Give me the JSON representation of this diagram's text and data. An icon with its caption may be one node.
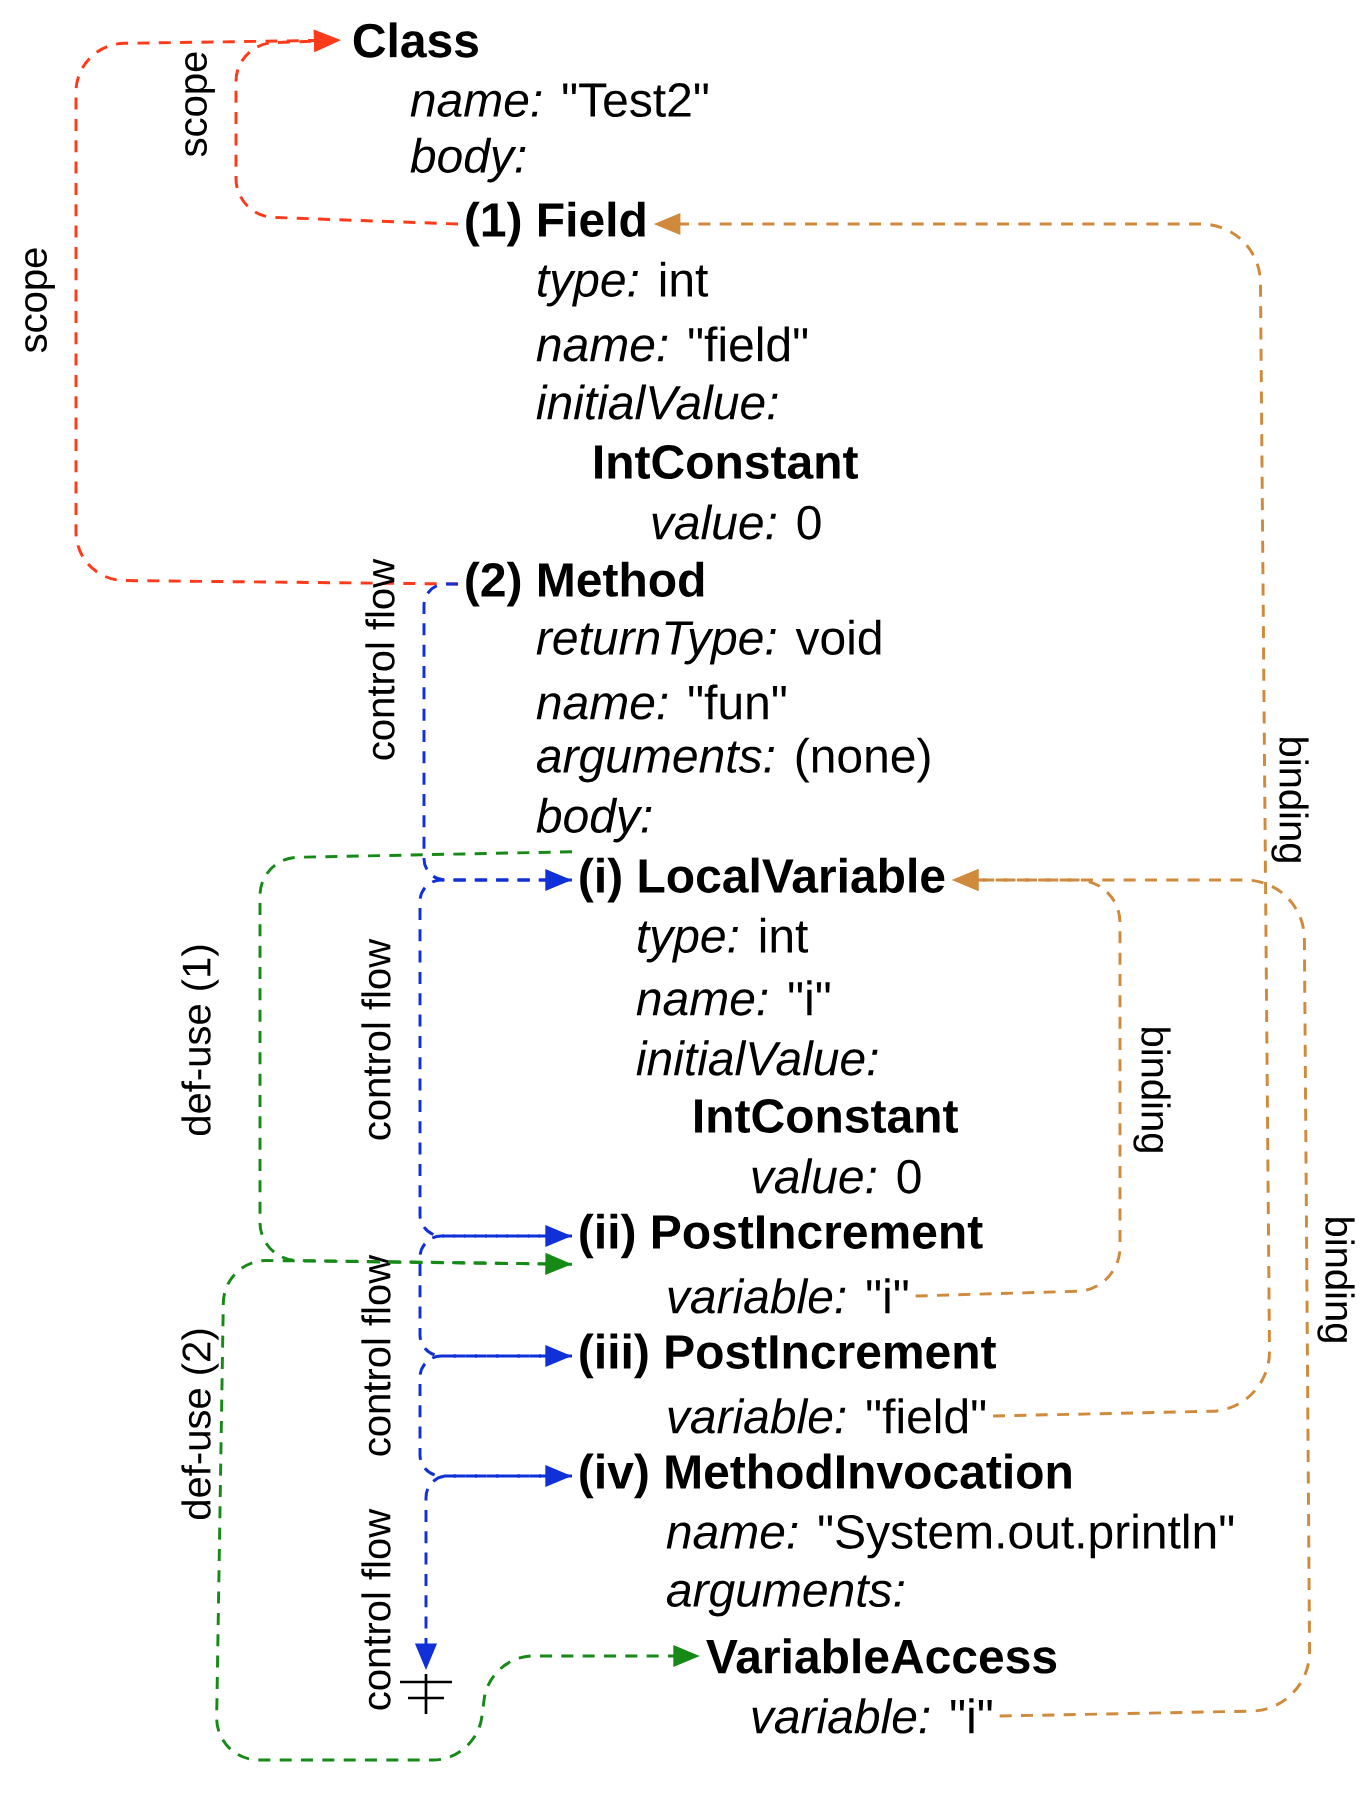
{
  "diagram": {
    "nodes": [
      {
        "text": [
          "Class"
        ]
      },
      {
        "text": [
          "(1) Field"
        ]
      },
      {
        "text": [
          "IntConstant"
        ]
      },
      {
        "text": [
          "(2) Method"
        ]
      },
      {
        "text": [
          "(i) LocalVariable"
        ]
      },
      {
        "text": [
          "IntConstant"
        ]
      },
      {
        "text": [
          "(ii) PostIncrement"
        ]
      },
      {
        "text": [
          "*variable:* \"i\""
        ]
      },
      {
        "text": [
          "(iii) PostIncrement"
        ]
      },
      {
        "text": [
          "*variable:* \"field\""
        ]
      },
      {
        "text": [
          "(iv) MethodInvocation"
        ]
      },
      {
        "text": [
          "VariableAccess"
        ]
      },
      {
        "text": [
          "*variable:* \"i\""
        ]
      },
      {
        "text": [],
        "shape": "bar"
      }
    ],
    "edges": [
      {
        "from": 1,
        "to": 0,
        "arrow": "to",
        "label": "scope",
        "style": "dashed",
        "color": "#ff3a1a"
      },
      {
        "from": 3,
        "to": 0,
        "arrow": "to",
        "label": "scope",
        "style": "dashed",
        "color": "#ff3a1a"
      },
      {
        "from": 3,
        "to": 4,
        "arrow": "to",
        "label": "control flow",
        "style": "dashed",
        "color": "#1030d8"
      },
      {
        "from": 4,
        "to": 6,
        "arrow": "to",
        "label": "control flow",
        "style": "dashed",
        "color": "#1030d8"
      },
      {
        "from": 6,
        "to": 8,
        "arrow": "to",
        "label": "control flow",
        "style": "dashed",
        "color": "#1030d8"
      },
      {
        "from": 8,
        "to": 10,
        "arrow": "to",
        "style": "dashed",
        "color": "#1030d8"
      },
      {
        "from": 10,
        "to": 13,
        "arrow": "to",
        "label": "control flow",
        "style": "dashed",
        "color": "#1030d8"
      },
      {
        "from": 4,
        "to": 6,
        "arrow": "to",
        "label": "def-use (1)",
        "style": "dashed",
        "color": "#168a16"
      },
      {
        "from": 6,
        "to": 11,
        "arrow": "to",
        "label": "def-use (2)",
        "style": "dashed",
        "color": "#168a16"
      },
      {
        "from": 7,
        "to": 4,
        "arrow": "to",
        "label": "binding",
        "style": "dashed",
        "color": "#d08a3c"
      },
      {
        "from": 9,
        "to": 1,
        "arrow": "to",
        "label": "binding",
        "style": "dashed",
        "color": "#d08a3c"
      },
      {
        "from": 12,
        "to": 4,
        "arrow": "to",
        "label": "binding",
        "style": "dashed",
        "color": "#d08a3c"
      }
    ],
    "labels": [
      "*name:* \"Test2\"",
      "*body:*",
      "*type:* int",
      "*name:* \"field\"",
      "*initialValue:*",
      "*value:* 0",
      "*returnType:* void",
      "*name:* \"fun\"",
      "*arguments:* (none)",
      "*body:*",
      "*type:* int",
      "*name:* \"i\"",
      "*initialValue:*",
      "*value:* 0",
      "*name:* \"System.out.println\"",
      "*arguments:*"
    ]
  }
}
